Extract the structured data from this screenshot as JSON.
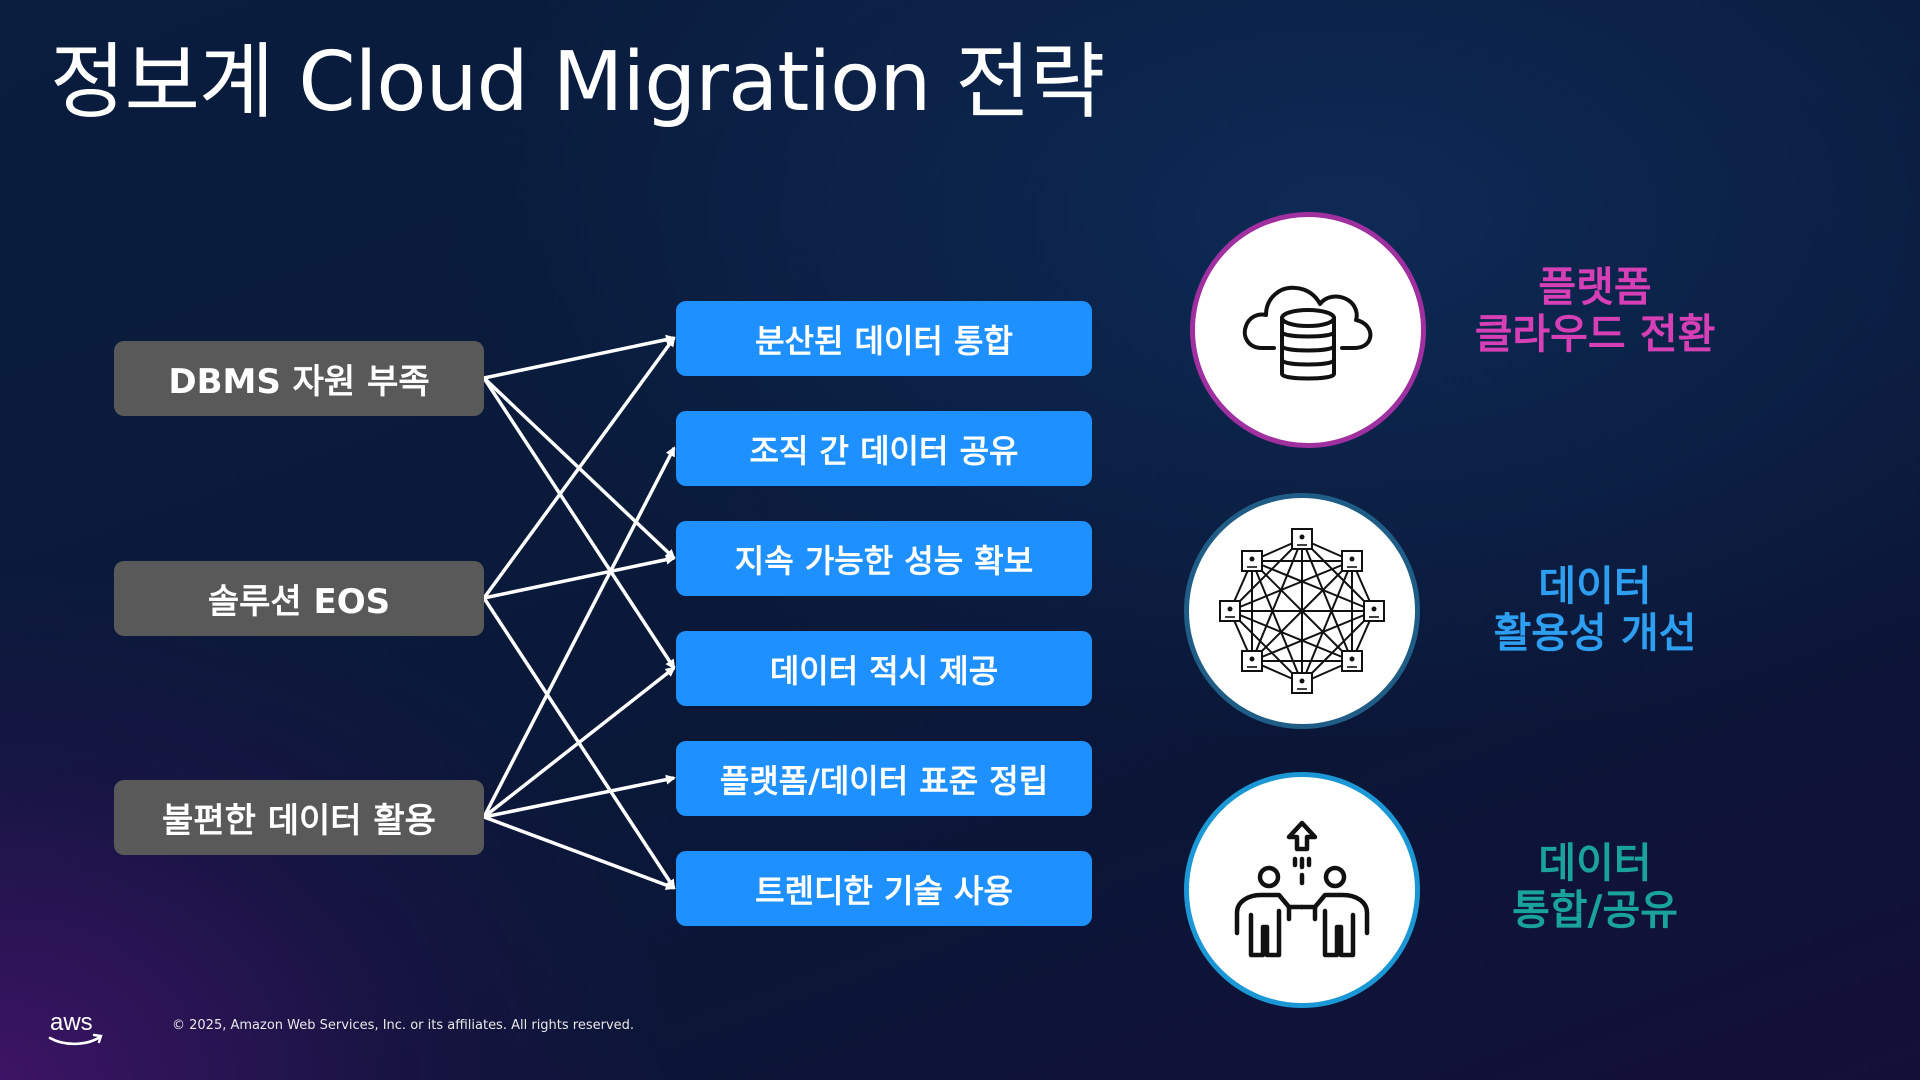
{
  "title": "정보계 Cloud Migration 전략",
  "issues": [
    {
      "label": "DBMS 자원 부족"
    },
    {
      "label": "솔루션 EOS"
    },
    {
      "label": "불편한 데이터 활용"
    }
  ],
  "goals": [
    {
      "label": "분산된 데이터 통합"
    },
    {
      "label": "조직 간 데이터 공유"
    },
    {
      "label": "지속 가능한 성능 확보"
    },
    {
      "label": "데이터 적시 제공"
    },
    {
      "label": "플랫폼/데이터 표준 정립"
    },
    {
      "label": "트렌디한 기술 사용"
    }
  ],
  "strategies": [
    {
      "line1": "플랫폼",
      "line2": "클라우드 전환",
      "color": "#d63fb5",
      "ring": "#a02fa0",
      "icon": "cloud-database-icon"
    },
    {
      "line1": "데이터",
      "line2": "활용성 개선",
      "color": "#2e9ef0",
      "ring": "#1f5d86",
      "icon": "network-mesh-icon"
    },
    {
      "line1": "데이터",
      "line2": "통합/공유",
      "color": "#1aa39a",
      "ring": "#1b97d6",
      "icon": "people-share-icon"
    }
  ],
  "footer": {
    "logo_text": "aws",
    "copyright": "© 2025, Amazon Web Services, Inc. or its affiliates. All rights reserved."
  }
}
